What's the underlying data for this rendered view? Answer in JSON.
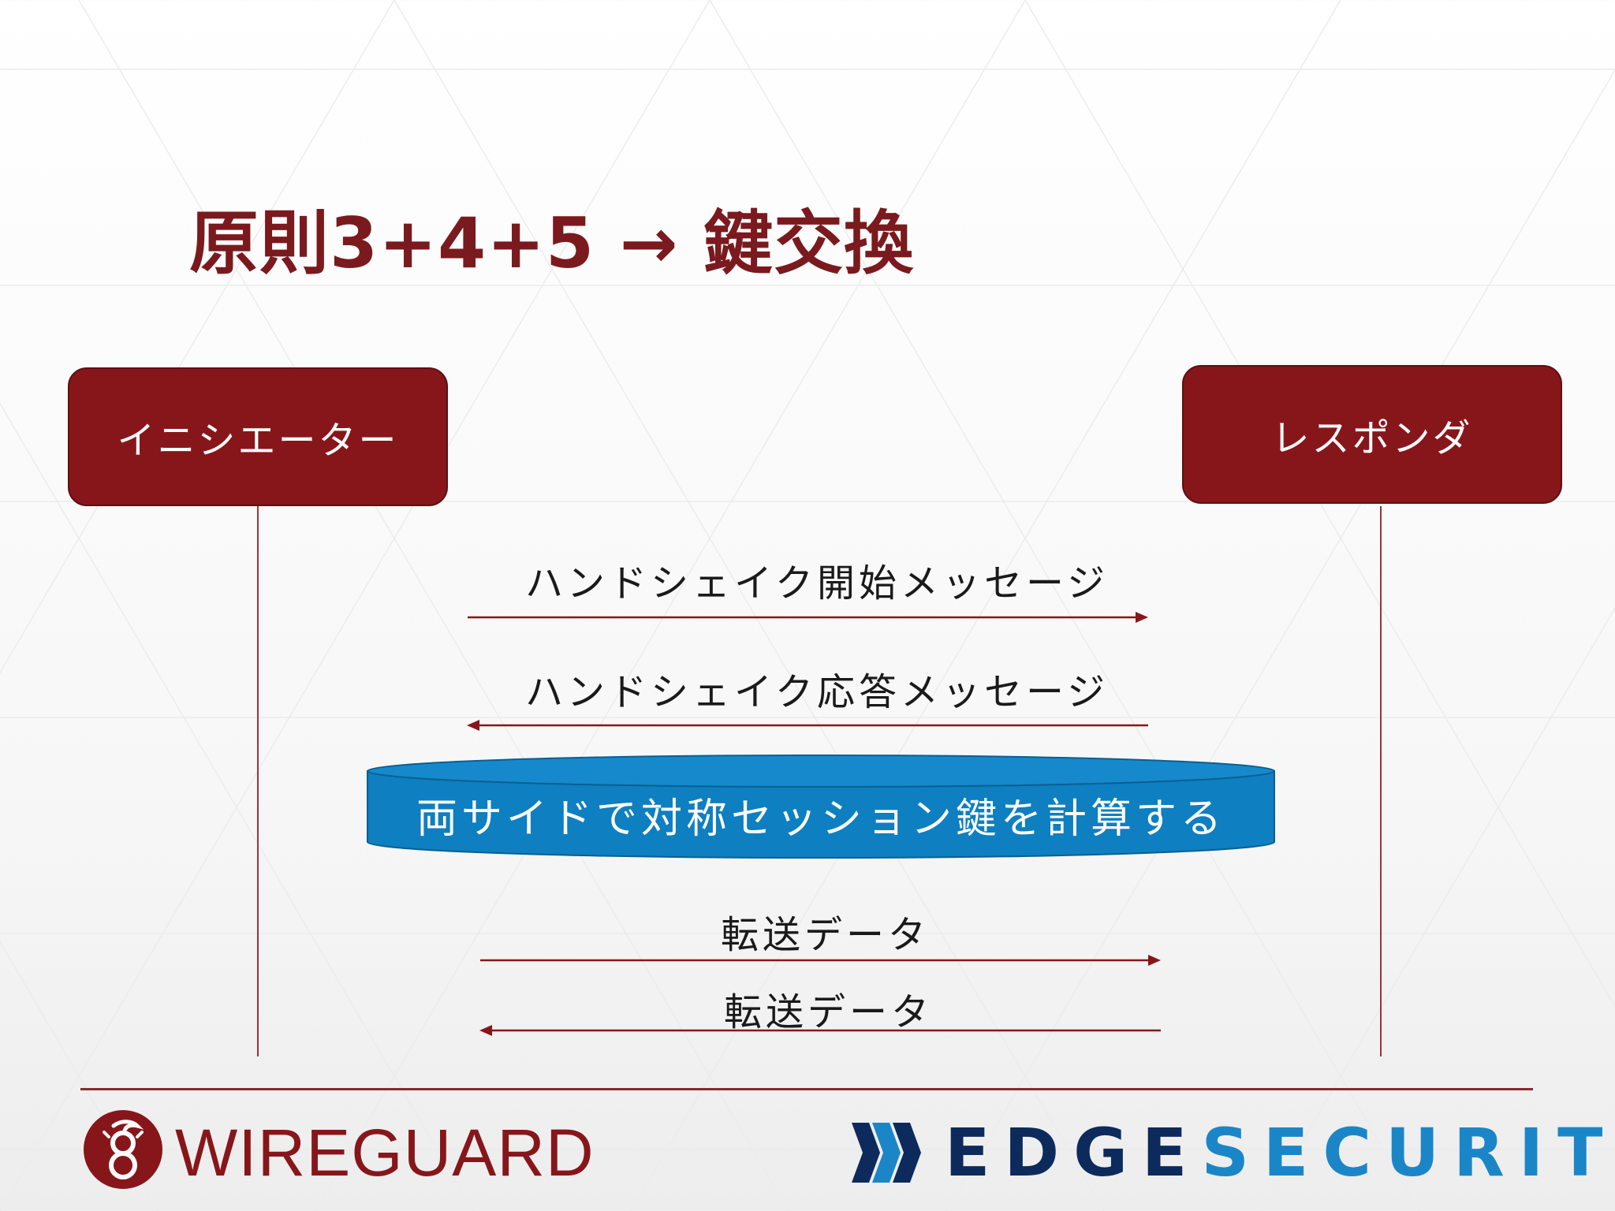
{
  "slide": {
    "title": "原則3+4+5 → 鍵交換"
  },
  "actors": {
    "initiator": "イニシエーター",
    "responder": "レスポンダ"
  },
  "messages": [
    {
      "label": "ハンドシェイク開始メッセージ",
      "direction": "right"
    },
    {
      "label": "ハンドシェイク応答メッセージ",
      "direction": "left"
    },
    {
      "label": "転送データ",
      "direction": "right"
    },
    {
      "label": "転送データ",
      "direction": "left"
    }
  ],
  "compute_step": {
    "label": "両サイドで対称セッション鍵を計算する"
  },
  "footer": {
    "left_brand": "WIREGUARD",
    "right_brand_part1": "EDGE",
    "right_brand_part2": "SECURITY"
  },
  "colors": {
    "accent_red": "#87161b",
    "compute_blue": "#0e7fc0",
    "brand_navy": "#0d2a5c",
    "brand_blue": "#1b86c7"
  },
  "icons": {
    "left_logo": "wireguard-dragon-icon",
    "right_logo": "edgesecurity-chevrons-icon"
  }
}
